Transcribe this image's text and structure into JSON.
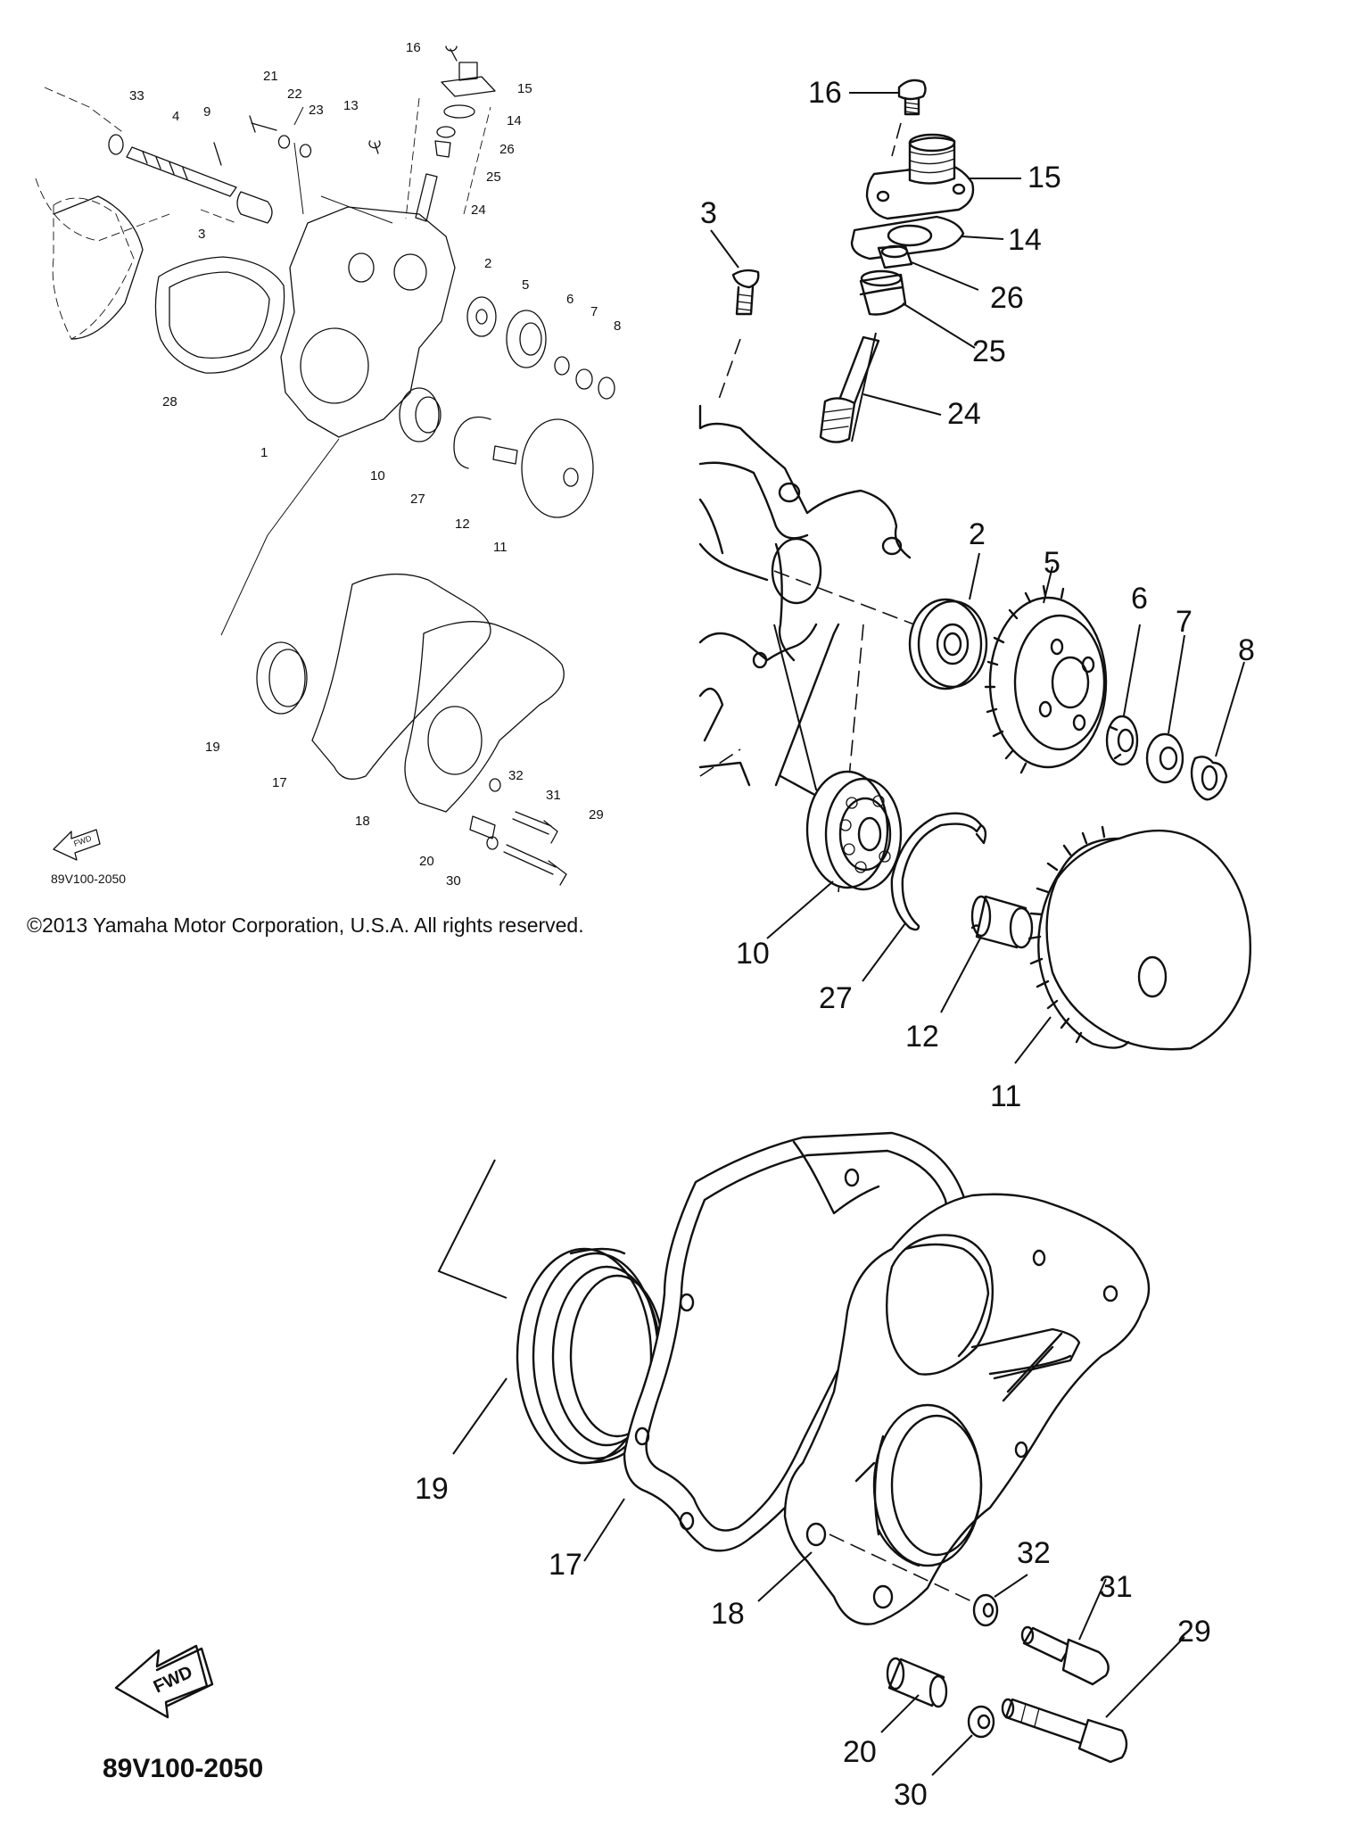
{
  "small_diagram": {
    "labels": [
      "33",
      "4",
      "9",
      "21",
      "22",
      "23",
      "13",
      "16",
      "15",
      "14",
      "26",
      "25",
      "24",
      "3",
      "2",
      "5",
      "6",
      "7",
      "8",
      "28",
      "1",
      "10",
      "27",
      "12",
      "11",
      "19",
      "17",
      "18",
      "32",
      "31",
      "29",
      "20",
      "30"
    ],
    "fwd_label": "FWD",
    "code": "89V100-2050"
  },
  "large_diagram": {
    "labels": [
      "16",
      "15",
      "3",
      "14",
      "26",
      "25",
      "24",
      "2",
      "5",
      "6",
      "7",
      "8",
      "10",
      "27",
      "12",
      "11",
      "19",
      "17",
      "18",
      "32",
      "31",
      "29",
      "20",
      "30"
    ],
    "fwd_label": "FWD",
    "code": "89V100-2050"
  },
  "copyright": "©2013 Yamaha Motor Corporation, U.S.A. All rights reserved.",
  "icons": [
    "fwd-arrow-icon"
  ]
}
